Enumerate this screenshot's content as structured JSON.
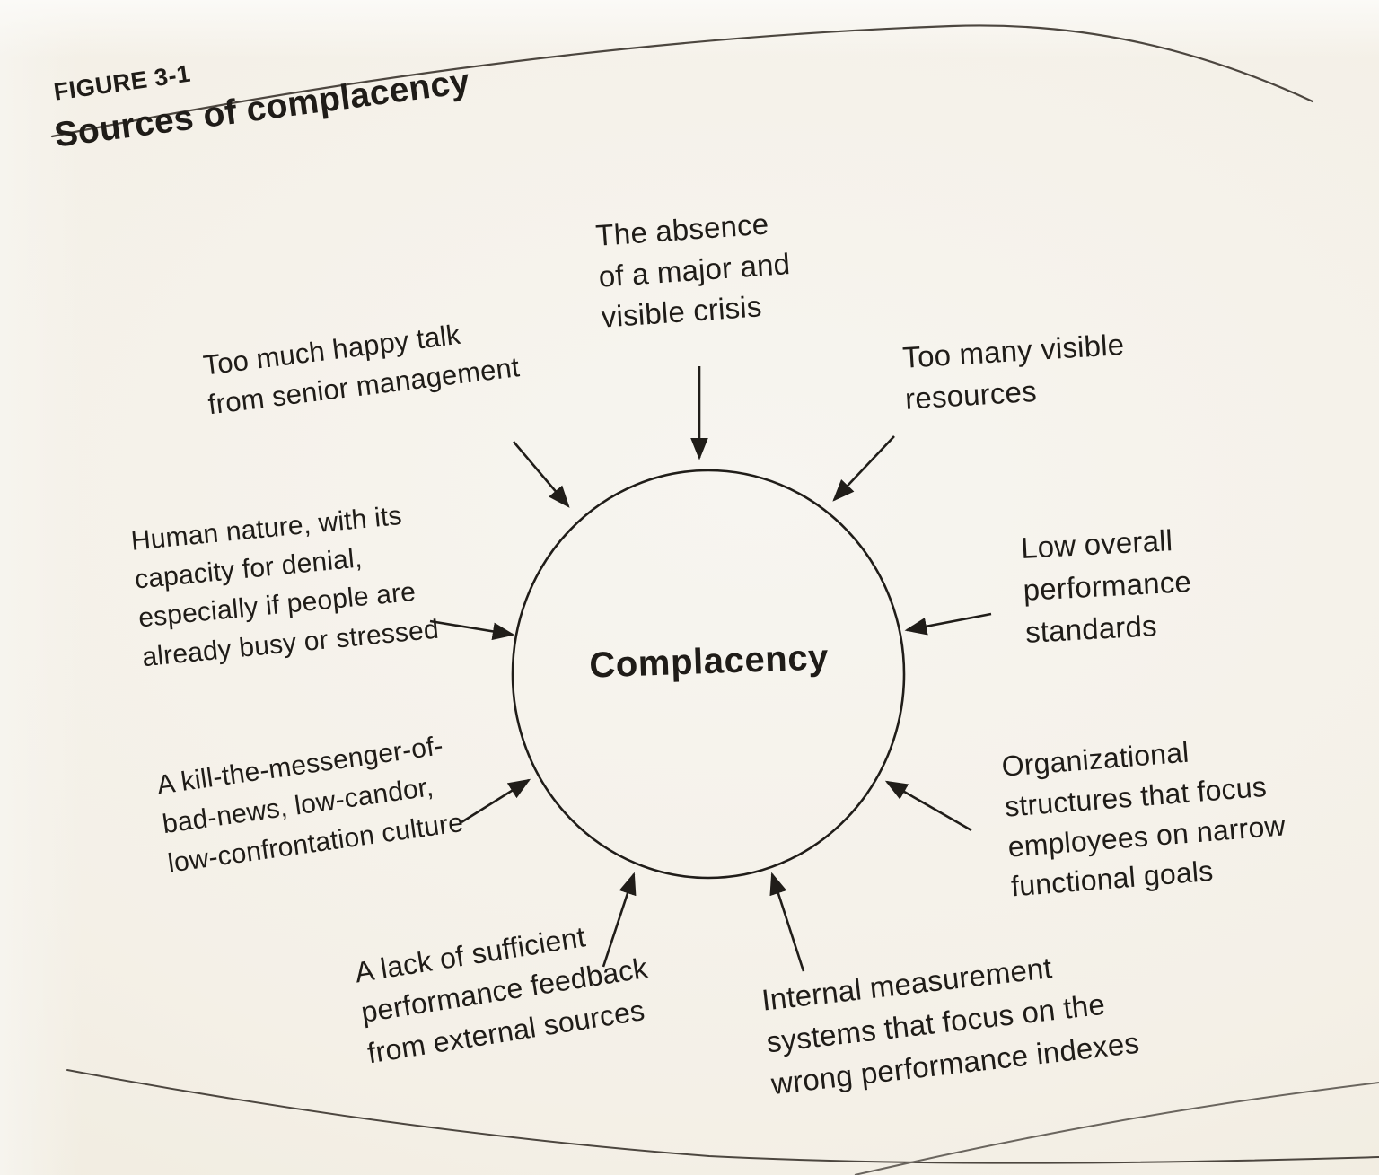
{
  "colors": {
    "page_background": "#f4f0e7",
    "ink": "#1f1c18",
    "rule_line": "#4c463f"
  },
  "figure": {
    "label": "FIGURE 3-1",
    "title": "Sources of complacency"
  },
  "diagram": {
    "type": "hub-and-spoke",
    "center_label": "Complacency",
    "sources": [
      {
        "position": "top",
        "text": "The absence\nof a major and\nvisible crisis"
      },
      {
        "position": "top-left",
        "text": "Too much happy talk\nfrom senior management"
      },
      {
        "position": "top-right",
        "text": "Too many visible\nresources"
      },
      {
        "position": "left",
        "text": "Human nature, with its\ncapacity for denial,\nespecially if people are\nalready busy or stressed"
      },
      {
        "position": "right",
        "text": "Low overall\nperformance\nstandards"
      },
      {
        "position": "bottom-left",
        "text": "A kill-the-messenger-of-\nbad-news, low-candor,\nlow-confrontation culture"
      },
      {
        "position": "bottom-right",
        "text": "Organizational\nstructures that focus\nemployees on narrow\nfunctional goals"
      },
      {
        "position": "bottom-center-left",
        "text": "A lack of sufficient\nperformance feedback\nfrom external sources"
      },
      {
        "position": "bottom-center-right",
        "text": "Internal measurement\nsystems that focus on the\nwrong performance indexes"
      }
    ]
  }
}
